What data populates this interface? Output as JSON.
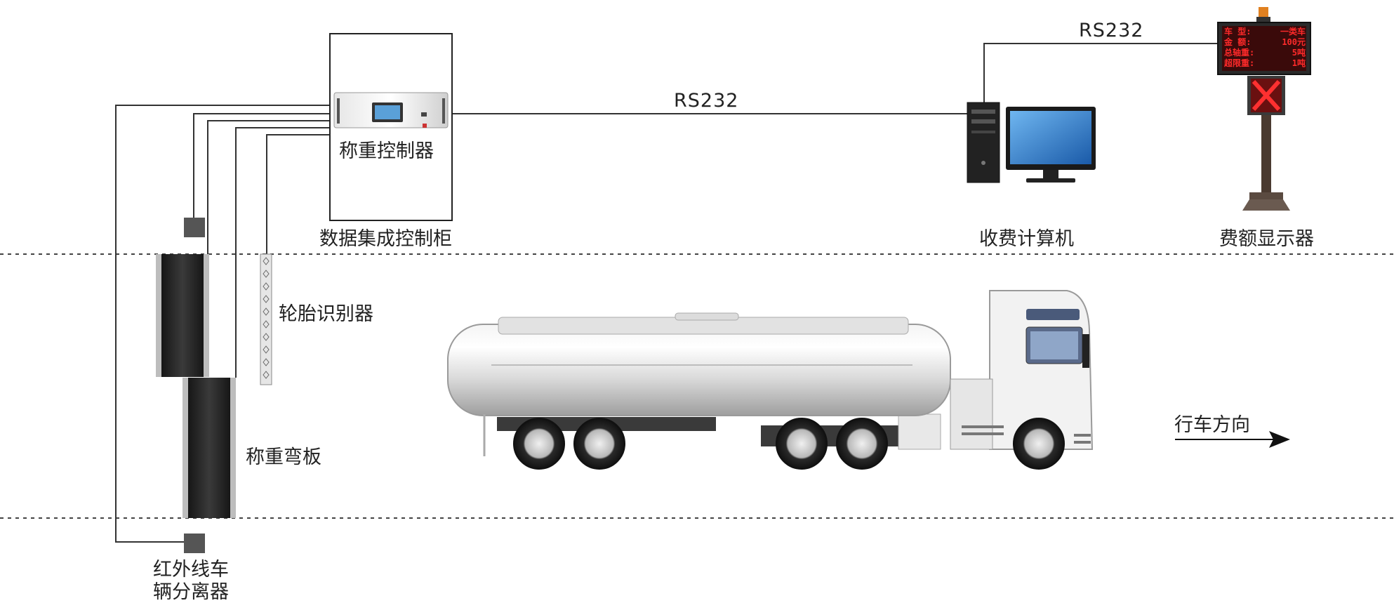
{
  "labels": {
    "cabinet": "数据集成控制柜",
    "controller": "称重控制器",
    "computer": "收费计算机",
    "display": "费额显示器",
    "tire_sensor": "轮胎识别器",
    "weigh_plate": "称重弯板",
    "ir_line1": "红外线车",
    "ir_line2": "辆分离器",
    "direction": "行车方向"
  },
  "links": {
    "controller_to_computer": "RS232",
    "computer_to_display": "RS232"
  },
  "display_panel": {
    "rows": [
      {
        "key": "车  型:",
        "value": "一类车"
      },
      {
        "key": "金  额:",
        "value": "100元"
      },
      {
        "key": "总轴重:",
        "value": "5吨"
      },
      {
        "key": "超限重:",
        "value": "1吨"
      }
    ]
  },
  "colors": {
    "line": "#333333",
    "led_red": "#ff2a2a",
    "plate_dark": "#1a1a1a",
    "monitor_blue": "#2a7fd0"
  }
}
